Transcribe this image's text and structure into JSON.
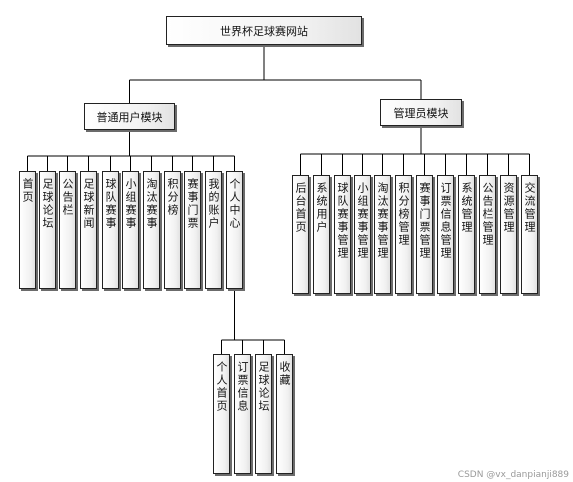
{
  "root": {
    "label": "世界杯足球赛网站"
  },
  "branches": [
    {
      "id": "user",
      "label": "普通用户模块",
      "children": [
        "首页",
        "足球论坛",
        "公告栏",
        "足球新闻",
        "球队赛事",
        "小组赛事",
        "淘汰赛事",
        "积分榜",
        "赛事门票",
        "我的账户",
        "个人中心"
      ]
    },
    {
      "id": "admin",
      "label": "管理员模块",
      "children": [
        "后台首页",
        "系统用户",
        "球队赛事管理",
        "小组赛事管理",
        "淘汰赛事管理",
        "积分榜管理",
        "赛事门票管理",
        "订票信息管理",
        "系统管理",
        "公告栏管理",
        "资源管理",
        "交流管理"
      ]
    }
  ],
  "sub_branch": {
    "parent": "个人中心",
    "children": [
      "个人首页",
      "订票信息",
      "足球论坛",
      "收藏"
    ]
  },
  "watermark": "CSDN @vx_danpianji889"
}
